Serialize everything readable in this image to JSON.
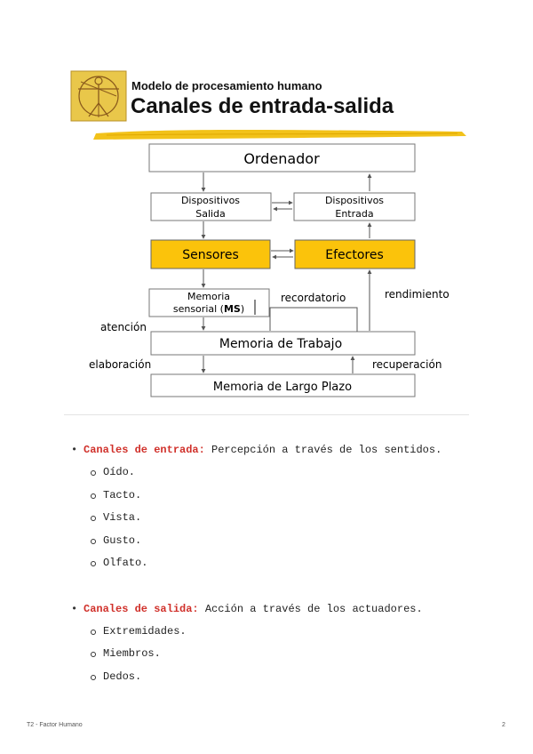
{
  "slide": {
    "subtitle": "Modelo de procesamiento humano",
    "title": "Canales de entrada-salida",
    "diagram": {
      "ordenador": "Ordenador",
      "disp_salida_1": "Dispositivos",
      "disp_salida_2": "Salida",
      "disp_entrada_1": "Dispositivos",
      "disp_entrada_2": "Entrada",
      "sensores": "Sensores",
      "efectores": "Efectores",
      "memoria_sensorial_1": "Memoria",
      "memoria_sensorial_2a": "sensorial (",
      "memoria_sensorial_2b": "MS",
      "memoria_sensorial_2c": ")",
      "recordatorio": "recordatorio",
      "rendimiento": "rendimiento",
      "atencion": "atención",
      "memoria_trabajo": "Memoria de Trabajo",
      "elaboracion": "elaboración",
      "recuperacion": "recuperación",
      "memoria_largo_plazo": "Memoria de Largo Plazo"
    },
    "colors": {
      "highlight": "#fbc30b",
      "brush": "#f2c21a"
    }
  },
  "bullets": [
    {
      "key": "Canales de entrada:",
      "text": " Percepción a través de los sentidos.",
      "items": [
        "Oído.",
        "Tacto.",
        "Vista.",
        "Gusto.",
        "Olfato."
      ]
    },
    {
      "key": "Canales de salida:",
      "text": " Acción a través de los actuadores.",
      "items": [
        "Extremidades.",
        "Miembros.",
        "Dedos."
      ]
    }
  ],
  "footer": {
    "left": "T2 - Factor Humano",
    "page": "2"
  }
}
